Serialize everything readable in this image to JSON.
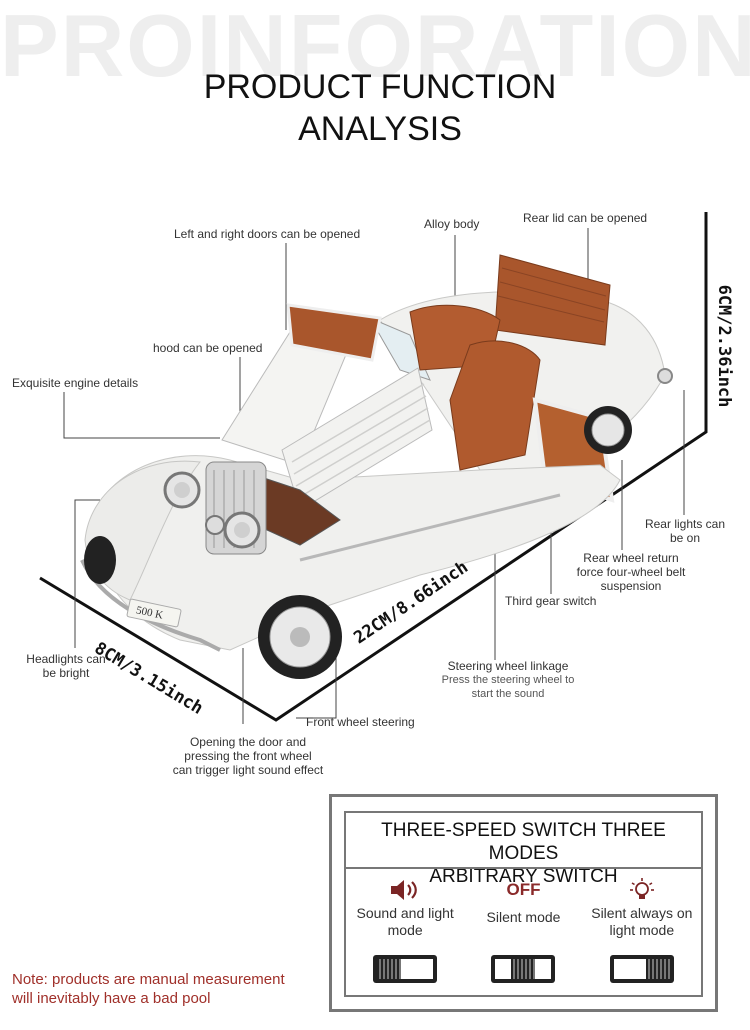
{
  "header": {
    "background_word": "PROINFORATION",
    "title_line1": "PRODUCT FUNCTION",
    "title_line2": "ANALYSIS"
  },
  "callouts": {
    "doors": "Left and right doors can be opened",
    "alloy": "Alloy body",
    "rear_lid": "Rear lid can be opened",
    "hood": "hood can be opened",
    "engine": "Exquisite engine details",
    "rear_lights_1": "Rear lights can",
    "rear_lights_2": "be on",
    "rear_wheel_1": "Rear wheel return",
    "rear_wheel_2": "force four-wheel belt",
    "rear_wheel_3": "suspension",
    "third_gear": "Third gear switch",
    "steering_1": "Steering wheel linkage",
    "steering_2": "Press the steering wheel to",
    "steering_3": "start the sound",
    "headlights_1": "Headlights can",
    "headlights_2": "be bright",
    "front_wheel": "Front wheel steering",
    "door_sound_1": "Opening the door and",
    "door_sound_2": "pressing the front wheel",
    "door_sound_3": "can trigger light sound effect"
  },
  "dimensions": {
    "height": "6CM/2.36inch",
    "length": "22CM/8.66inch",
    "width": "8CM/3.15inch"
  },
  "car": {
    "plate": "500 K",
    "colors": {
      "body": "#efefed",
      "interior": "#a9562c",
      "chrome": "#b9b9b9",
      "tire": "#222222"
    }
  },
  "note": {
    "line1": "Note: products are manual measurement",
    "line2": "will inevitably have a bad pool",
    "color": "#a0302a"
  },
  "switch_panel": {
    "title_line1": "THREE-SPEED SWITCH THREE MODES",
    "title_line2": "ARBITRARY SWITCH",
    "modes": [
      {
        "icon": "speaker-icon",
        "label_line1": "Sound and light",
        "label_line2": "mode",
        "switch_position": "left"
      },
      {
        "status": "OFF",
        "label_line1": "Silent mode",
        "label_line2": "",
        "switch_position": "middle"
      },
      {
        "icon": "lightbulb-icon",
        "label_line1": "Silent always on",
        "label_line2": "light mode",
        "switch_position": "right"
      }
    ]
  }
}
